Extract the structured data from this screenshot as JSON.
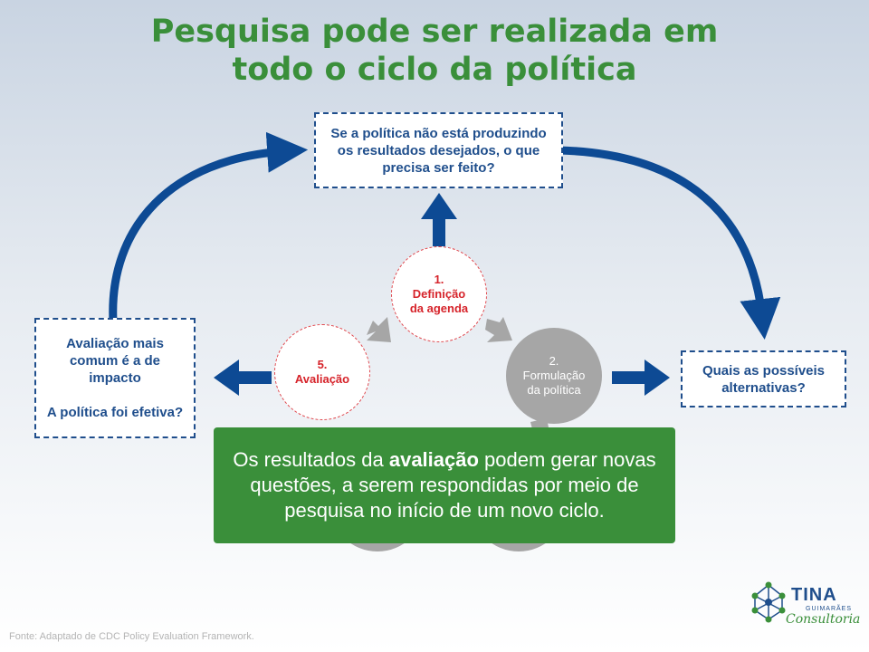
{
  "title": {
    "line1": "Pesquisa pode ser realizada em",
    "line2": "todo o ciclo da política"
  },
  "top_box": {
    "text": "Se a política não está produzindo os resultados desejados, o que precisa ser feito?"
  },
  "left_box": {
    "line1": "Avaliação mais comum é a de impacto",
    "line2": "A política foi efetiva?"
  },
  "right_box": {
    "text": "Quais as possíveis alternativas?"
  },
  "cycle": {
    "step1": {
      "number": "1.",
      "label": "Definição da agenda"
    },
    "step2": {
      "number": "2.",
      "label": "Formulação da política"
    },
    "step5": {
      "number": "5.",
      "label": "Avaliação"
    }
  },
  "callout": {
    "before": "Os resultados da ",
    "bold": "avaliação",
    "after": " podem gerar novas questões, a serem respondidas por meio de pesquisa no início de um novo ciclo."
  },
  "footer": "Fonte: Adaptado de CDC Policy Evaluation Framework.",
  "logo": {
    "name": "TINA",
    "sub": "GUIMARÃES",
    "script": "Consultoria"
  },
  "colors": {
    "title_green": "#3a8f3a",
    "arrow_blue": "#0d4a94",
    "box_border": "#1f4e8c",
    "step_red": "#d6232a",
    "step_grey": "#a6a6a6",
    "callout_green": "#3a8f3a"
  }
}
